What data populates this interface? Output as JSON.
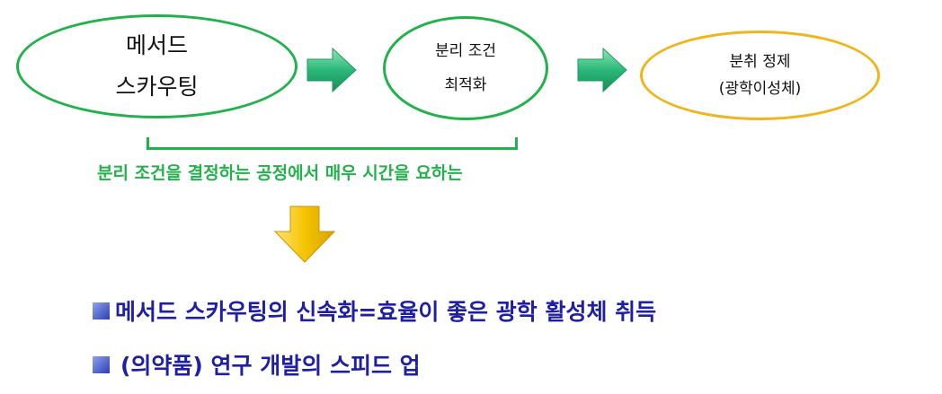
{
  "nodes": {
    "method_scouting": {
      "line1": "메서드",
      "line2": "스카우팅"
    },
    "separation_optimization": {
      "line1": "분리 조건",
      "line2": "최적화"
    },
    "purification": {
      "line1": "분취 정제",
      "line2": "(광학이성체)"
    }
  },
  "bracket_caption": "분리 조건을 결정하는 공정에서 매우 시간을 요하는",
  "bullets": [
    "메서드 스카우팅의 신속화=효율이 좋은 광학 활성체 취득",
    "(의약품) 연구 개발의 스피드 업"
  ],
  "colors": {
    "green": "#22b24c",
    "orange": "#f1b51c",
    "navy": "#1f1fa6",
    "arrow_green": "#2bb87a",
    "arrow_yellow": "#f5c400"
  }
}
